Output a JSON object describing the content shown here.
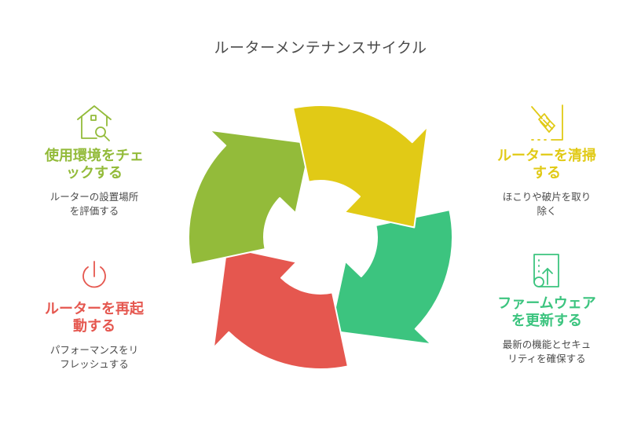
{
  "title": "ルーターメンテナンスサイクル",
  "colors": {
    "green": "#93bb3a",
    "yellow": "#e1ca16",
    "red": "#e5574f",
    "teal": "#3cc47f"
  },
  "steps": [
    {
      "heading_lines": [
        "使用環境をチェ",
        "ックする"
      ],
      "desc_lines": [
        "ルーターの設置場所",
        "を評価する"
      ],
      "icon": "house-search-icon",
      "color": "#93bb3a"
    },
    {
      "heading_lines": [
        "ルーターを清掃",
        "する"
      ],
      "desc_lines": [
        "ほこりや破片を取り",
        "除く"
      ],
      "icon": "broom-icon",
      "color": "#e1ca16"
    },
    {
      "heading_lines": [
        "ルーターを再起",
        "動する"
      ],
      "desc_lines": [
        "パフォーマンスをリ",
        "フレッシュする"
      ],
      "icon": "power-icon",
      "color": "#e5574f"
    },
    {
      "heading_lines": [
        "ファームウェア",
        "を更新する"
      ],
      "desc_lines": [
        "最新の機能とセキュ",
        "リティを確保する"
      ],
      "icon": "upload-file-icon",
      "color": "#3cc47f"
    }
  ]
}
